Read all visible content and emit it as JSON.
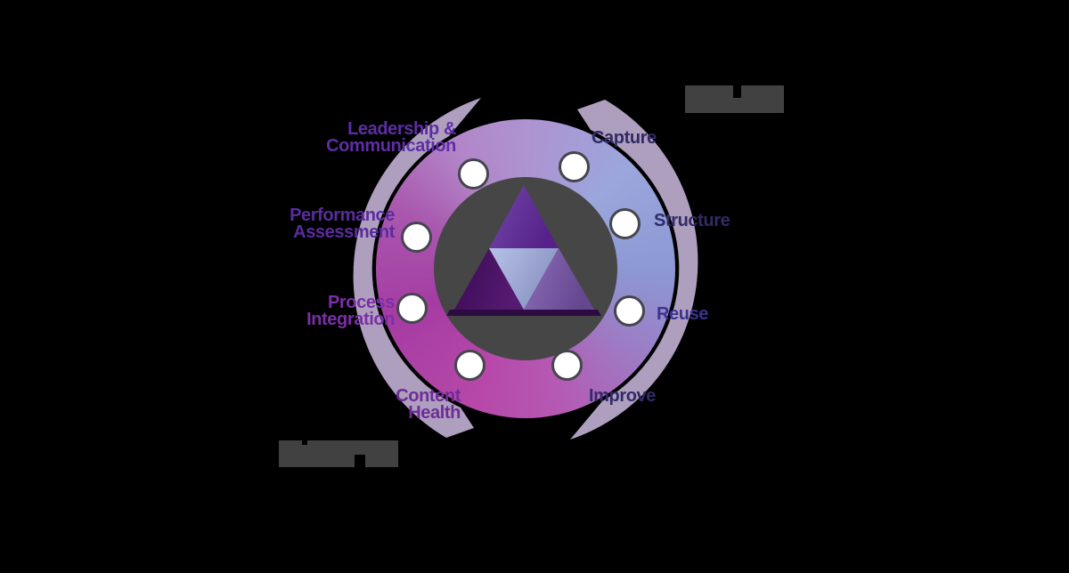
{
  "wheel": {
    "left_labels": [
      {
        "id": "leadership",
        "text": "Leadership &\nCommunication"
      },
      {
        "id": "performance",
        "text": "Performance\nAssessment"
      },
      {
        "id": "process",
        "text": "Process\nIntegration"
      },
      {
        "id": "content",
        "text": "Content\nHealth"
      }
    ],
    "right_labels": [
      {
        "id": "capture",
        "text": "Capture"
      },
      {
        "id": "structure",
        "text": "Structure"
      },
      {
        "id": "reuse",
        "text": "Reuse"
      },
      {
        "id": "improve",
        "text": "Improve"
      }
    ],
    "node_count": 8
  },
  "colors": {
    "ring_magenta": "#a53ca3",
    "ring_periwinkle": "#8c99d3",
    "swoosh_lavender": "#c7b5da",
    "inner_disc_gray": "#464646",
    "pyramid_top": "#5a2588",
    "pyramid_bottom_left": "#3c0a54",
    "pyramid_center": "#a3b0da",
    "pyramid_bottom_right": "#7a5ba4",
    "label_purple_left": "#5e2da6",
    "label_navy_right": "#312b66",
    "redacted_gray": "#414141"
  }
}
